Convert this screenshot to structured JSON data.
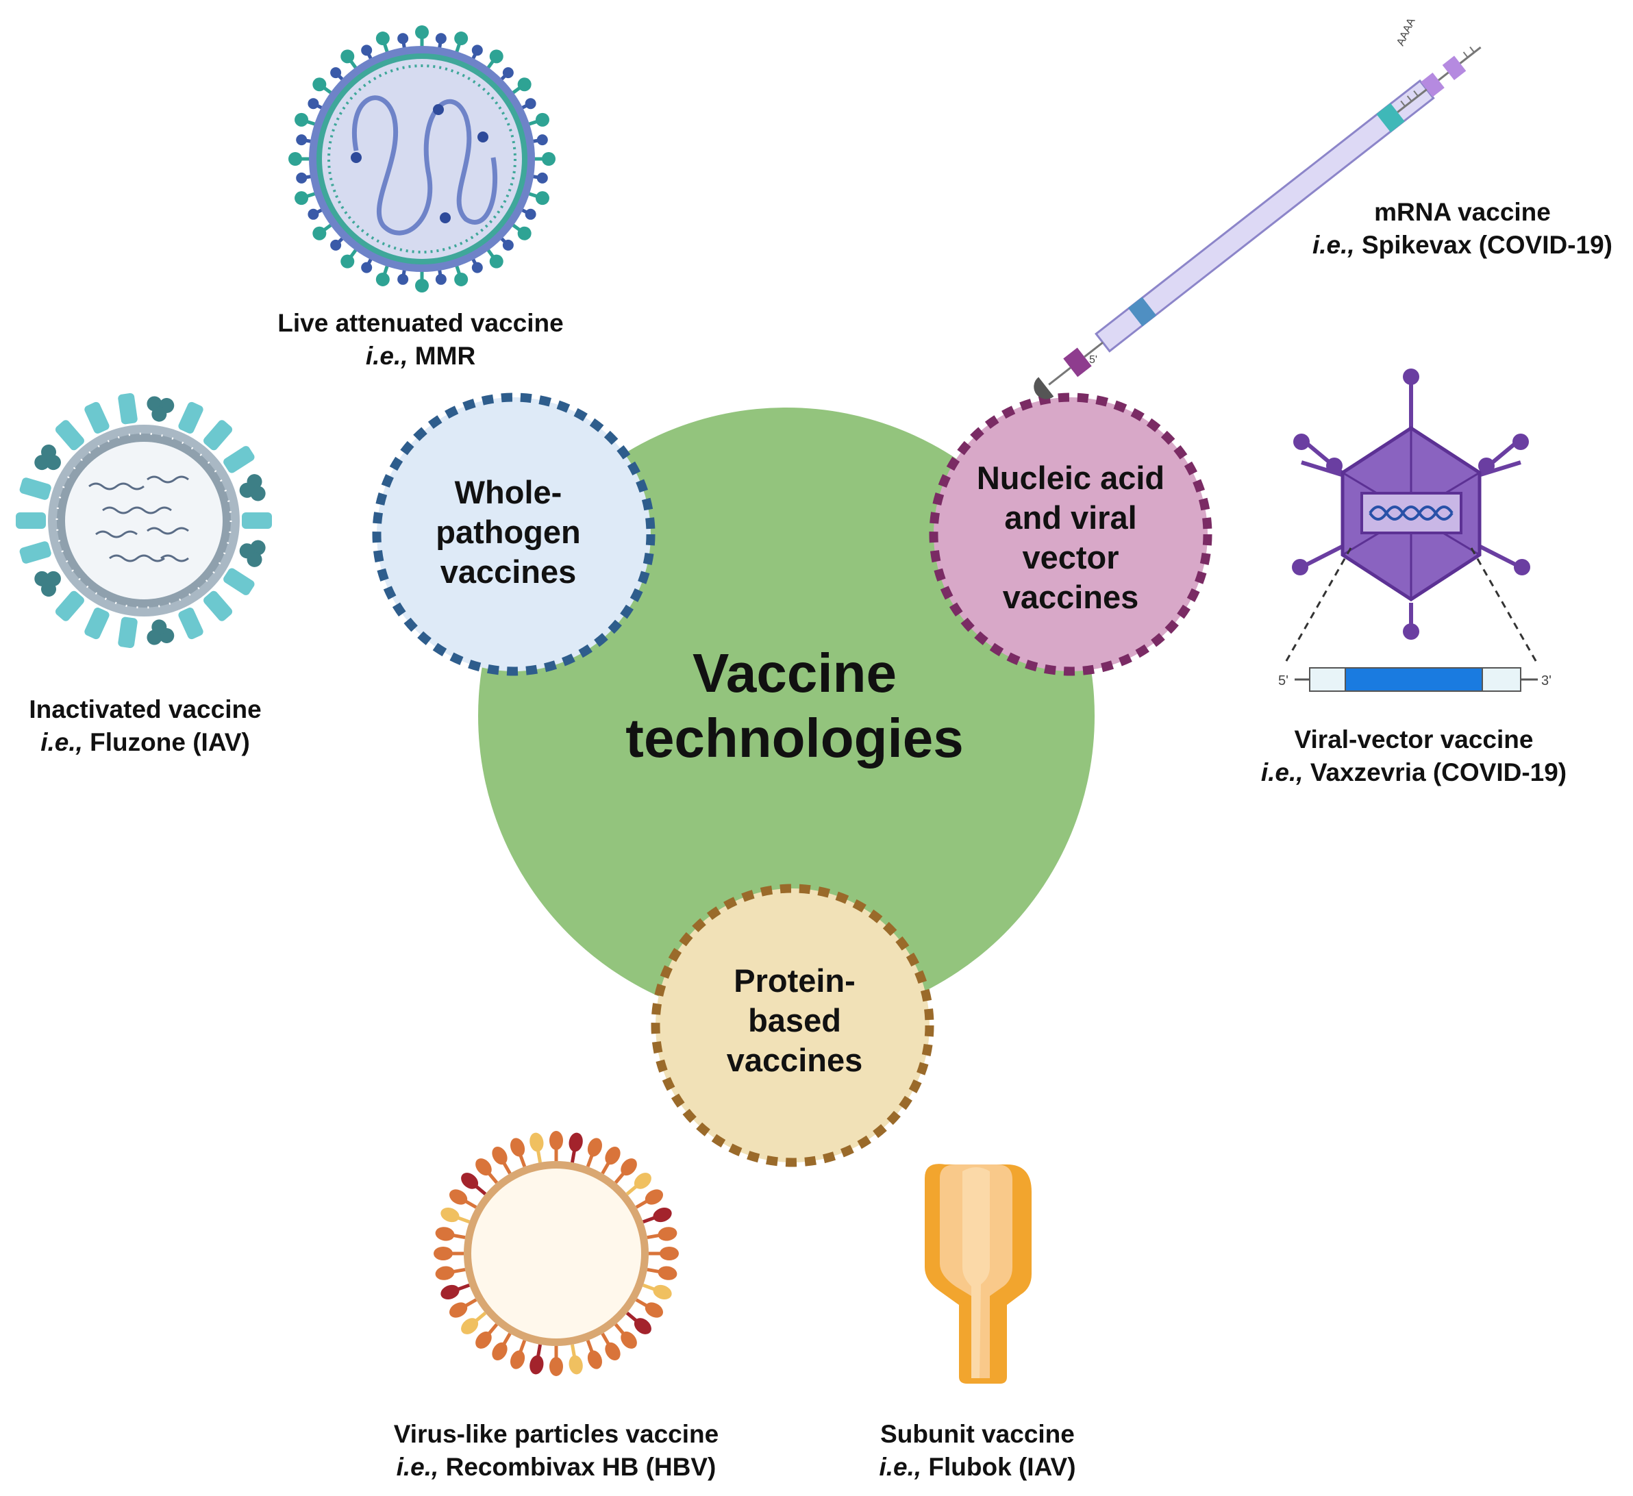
{
  "center": {
    "line1": "Vaccine",
    "line2": "technologies",
    "color": "#93c47d"
  },
  "categories": [
    {
      "id": "whole-pathogen",
      "lines": [
        "Whole-",
        "pathogen",
        "vaccines"
      ],
      "fill": "#deeaf7",
      "border": "#2e5d8c"
    },
    {
      "id": "nucleic-acid",
      "lines": [
        "Nucleic acid",
        "and viral",
        "vector",
        "vaccines"
      ],
      "fill": "#d8a8c8",
      "border": "#7a2b64"
    },
    {
      "id": "protein-based",
      "lines": [
        "Protein-",
        "based",
        "vaccines"
      ],
      "fill": "#f1e1b7",
      "border": "#9a6a2a"
    }
  ],
  "examples": {
    "live": {
      "title": "Live attenuated vaccine",
      "prefix": "i.e.,",
      "name": " MMR"
    },
    "inactivated": {
      "title": "Inactivated vaccine",
      "prefix": "i.e.,",
      "name": " Fluzone (IAV)"
    },
    "mrna": {
      "title": "mRNA vaccine",
      "prefix": "i.e.,",
      "name": " Spikevax (COVID-19)"
    },
    "viral_vector": {
      "title": "Viral-vector vaccine",
      "prefix": "i.e.,",
      "name": " Vaxzevria (COVID-19)"
    },
    "vlp": {
      "title": "Virus-like particles vaccine",
      "prefix": "i.e.,",
      "name": " Recombivax HB (HBV)"
    },
    "subunit": {
      "title": "Subunit vaccine",
      "prefix": "i.e.,",
      "name": " Flubok (IAV)"
    }
  },
  "mrna_labels": {
    "five_prime": "5'",
    "poly_a": "AAAA"
  },
  "vector_labels": {
    "five_prime": "5'",
    "three_prime": "3'"
  }
}
